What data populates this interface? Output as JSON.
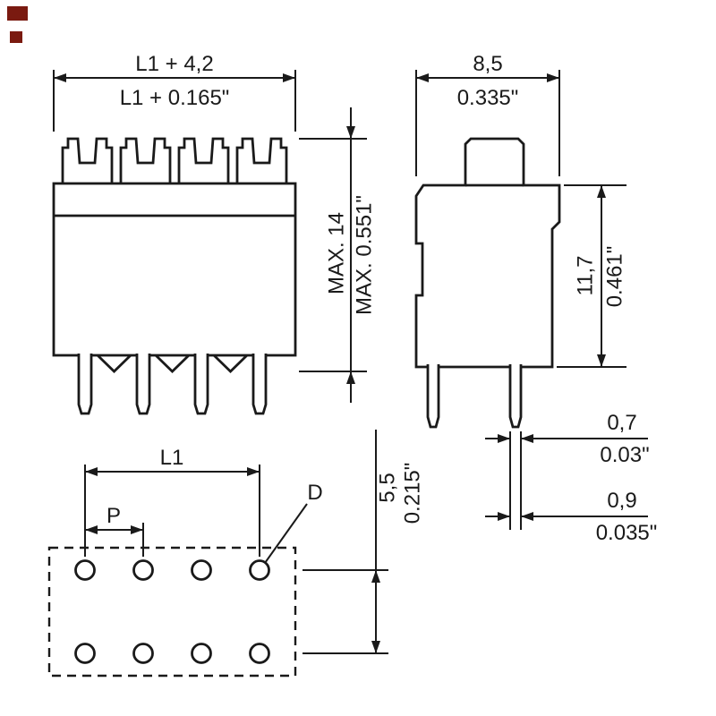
{
  "colors": {
    "line": "#1a1a1a",
    "artifact": "#7a1a10"
  },
  "views": {
    "front": {
      "width_mm": "L1 + 4,2",
      "width_in": "L1 + 0.165\"",
      "height_mm": "MAX. 14",
      "height_in": "MAX. 0.551\""
    },
    "side": {
      "depth_mm": "8,5",
      "depth_in": "0.335\"",
      "height_mm": "11,7",
      "height_in": "0.461\"",
      "pin_thickness_mm": "0,7",
      "pin_thickness_in": "0.03\"",
      "pin_width_mm": "0,9",
      "pin_width_in": "0.035\""
    },
    "footprint": {
      "span_label": "L1",
      "pitch_label": "P",
      "hole_diameter_label": "D",
      "row_spacing_mm": "5,5",
      "row_spacing_in": "0.215\""
    }
  }
}
